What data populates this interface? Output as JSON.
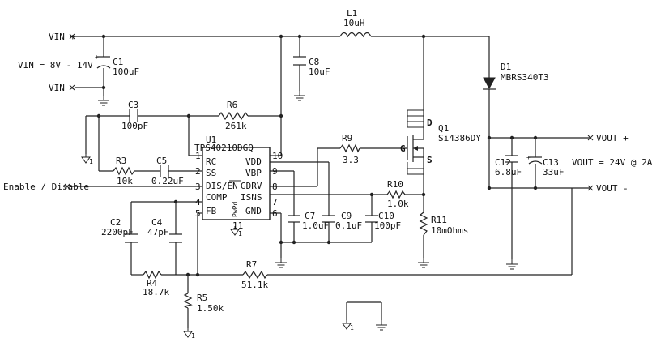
{
  "net_labels": {
    "vin_plus": "VIN +",
    "vin_minus": "VIN -",
    "vin_range": "VIN = 8V - 14V",
    "enable": "Enable / Disable",
    "vout_plus": "VOUT +",
    "vout_minus": "VOUT -",
    "vout_spec": "VOUT = 24V @ 2A"
  },
  "ic": {
    "ref": "U1",
    "part": "TPS40210DGQ",
    "pads": "PwPd",
    "gnd_pin_num": "11",
    "left_pins": [
      {
        "num": "1",
        "name": "RC"
      },
      {
        "num": "2",
        "name": "SS"
      },
      {
        "num": "3",
        "name": "DIS/EN"
      },
      {
        "num": "4",
        "name": "COMP"
      },
      {
        "num": "5",
        "name": "FB"
      }
    ],
    "right_pins": [
      {
        "num": "10",
        "name": "VDD"
      },
      {
        "num": "9",
        "name": "VBP"
      },
      {
        "num": "8",
        "name": "GDRV"
      },
      {
        "num": "7",
        "name": "ISNS"
      },
      {
        "num": "6",
        "name": "GND"
      }
    ]
  },
  "components": {
    "L1": {
      "ref": "L1",
      "value": "10uH"
    },
    "C1": {
      "ref": "C1",
      "value": "100uF"
    },
    "C8": {
      "ref": "C8",
      "value": "10uF"
    },
    "D1": {
      "ref": "D1",
      "value": "MBRS340T3"
    },
    "C3": {
      "ref": "C3",
      "value": "100pF"
    },
    "R6": {
      "ref": "R6",
      "value": "261k"
    },
    "R3": {
      "ref": "R3",
      "value": "10k"
    },
    "C5": {
      "ref": "C5",
      "value": "0.22uF"
    },
    "R9": {
      "ref": "R9",
      "value": "3.3"
    },
    "Q1": {
      "ref": "Q1",
      "value": "Si4386DY",
      "gate": "G",
      "drain": "D",
      "source": "S"
    },
    "C12": {
      "ref": "C12",
      "value": "6.8uF"
    },
    "C13": {
      "ref": "C13",
      "value": "33uF"
    },
    "R10": {
      "ref": "R10",
      "value": "1.0k"
    },
    "C7": {
      "ref": "C7",
      "value": "1.0uF"
    },
    "C9": {
      "ref": "C9",
      "value": "0.1uF"
    },
    "C10": {
      "ref": "C10",
      "value": "100pF"
    },
    "R11": {
      "ref": "R11",
      "value": "10mOhms"
    },
    "C2": {
      "ref": "C2",
      "value": "2200pF"
    },
    "C4": {
      "ref": "C4",
      "value": "47pF"
    },
    "R4": {
      "ref": "R4",
      "value": "18.7k"
    },
    "R7": {
      "ref": "R7",
      "value": "51.1k"
    },
    "R5": {
      "ref": "R5",
      "value": "1.50k"
    }
  },
  "ground_ref_mark": "1"
}
